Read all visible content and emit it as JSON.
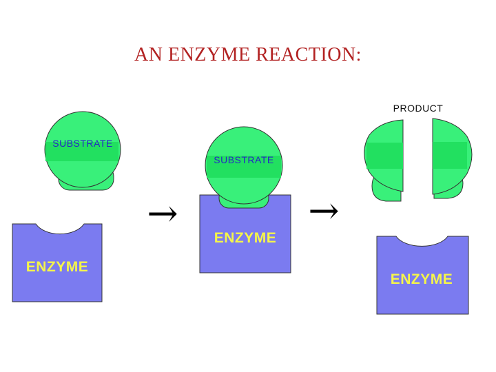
{
  "title": "AN ENZYME REACTION:",
  "labels": {
    "substrate": "SUBSTRATE",
    "enzyme": "ENZYME",
    "product": "PRODUCT",
    "arrow": "→"
  },
  "colors": {
    "title": "#b22222",
    "substrate_fill": "#39f07a",
    "substrate_band": "#22e060",
    "enzyme_fill": "#7b7bf0",
    "substrate_text": "#2626c8",
    "enzyme_text": "#f5f54a",
    "product_text": "#111111",
    "outline": "#333333"
  }
}
